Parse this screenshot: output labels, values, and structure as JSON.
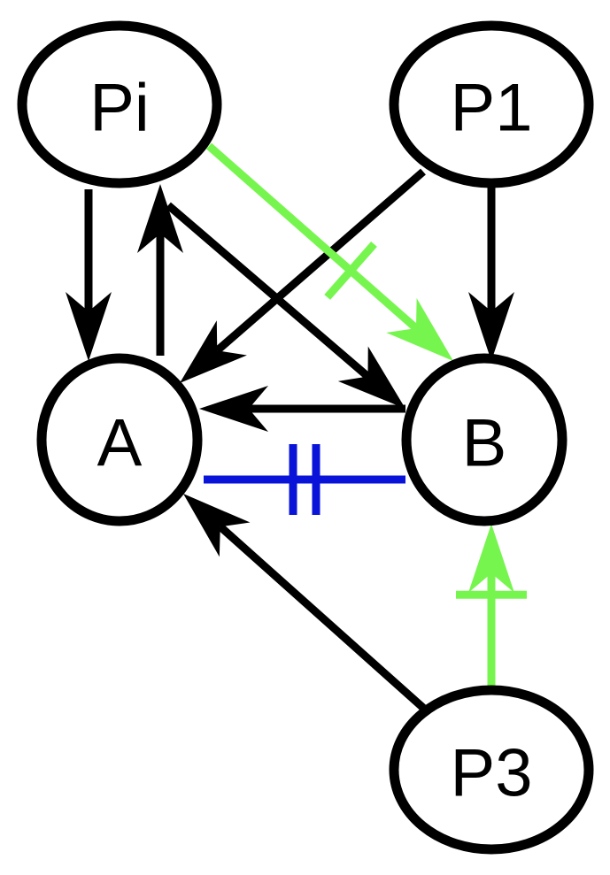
{
  "diagram": {
    "colors": {
      "black": "#000000",
      "green": "#77f54f",
      "blue": "#0a14d8"
    },
    "nodes": [
      {
        "id": "Pi",
        "label": "Pi",
        "shape": "ellipse"
      },
      {
        "id": "P1",
        "label": "P1",
        "shape": "ellipse"
      },
      {
        "id": "A",
        "label": "A",
        "shape": "ellipse"
      },
      {
        "id": "B",
        "label": "B",
        "shape": "ellipse"
      },
      {
        "id": "P3",
        "label": "P3",
        "shape": "ellipse"
      }
    ],
    "edges": [
      {
        "id": "pi-to-a",
        "from": "Pi",
        "to": "A",
        "color": "black",
        "type": "activation",
        "bars": 0
      },
      {
        "id": "a-to-pi",
        "from": "A",
        "to": "Pi",
        "color": "black",
        "type": "activation",
        "bars": 0
      },
      {
        "id": "pi-to-b",
        "from": "Pi",
        "to": "B",
        "color": "black",
        "type": "activation",
        "bars": 0
      },
      {
        "id": "p1-to-a",
        "from": "P1",
        "to": "A",
        "color": "black",
        "type": "activation",
        "bars": 0
      },
      {
        "id": "p1-to-b",
        "from": "P1",
        "to": "B",
        "color": "black",
        "type": "activation",
        "bars": 0
      },
      {
        "id": "b-to-a",
        "from": "B",
        "to": "A",
        "color": "black",
        "type": "activation",
        "bars": 0
      },
      {
        "id": "pi-to-b-green",
        "from": "Pi",
        "to": "B",
        "color": "green",
        "type": "activation",
        "bars": 1
      },
      {
        "id": "a-b-blue",
        "from": "A",
        "to": "B",
        "color": "blue",
        "type": "undirected",
        "bars": 2
      },
      {
        "id": "p3-to-a",
        "from": "P3",
        "to": "A",
        "color": "black",
        "type": "activation",
        "bars": 0
      },
      {
        "id": "p3-to-b-green",
        "from": "P3",
        "to": "B",
        "color": "green",
        "type": "activation",
        "bars": 1
      }
    ]
  }
}
